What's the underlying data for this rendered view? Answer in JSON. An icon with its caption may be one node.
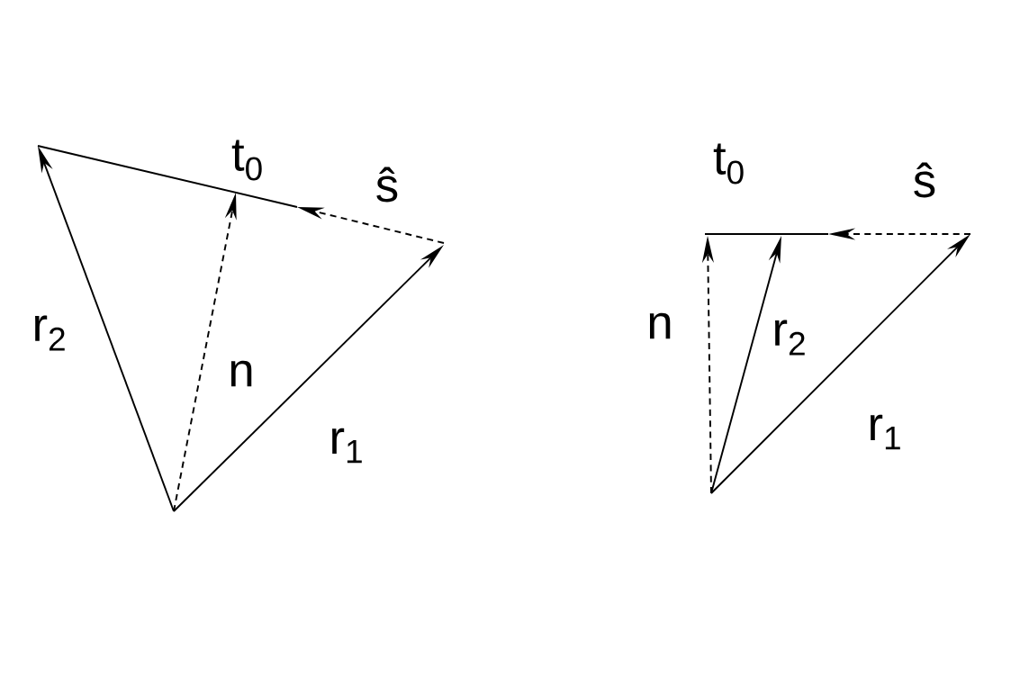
{
  "diagram": {
    "labels": [
      "t$_{0}$",
      "ŝ",
      "r$_{2}$",
      "n",
      "r$_{1}$",
      "t$_{0}$",
      "ŝ",
      "n",
      "r$_{2}$",
      "r$_{1}$"
    ]
  }
}
